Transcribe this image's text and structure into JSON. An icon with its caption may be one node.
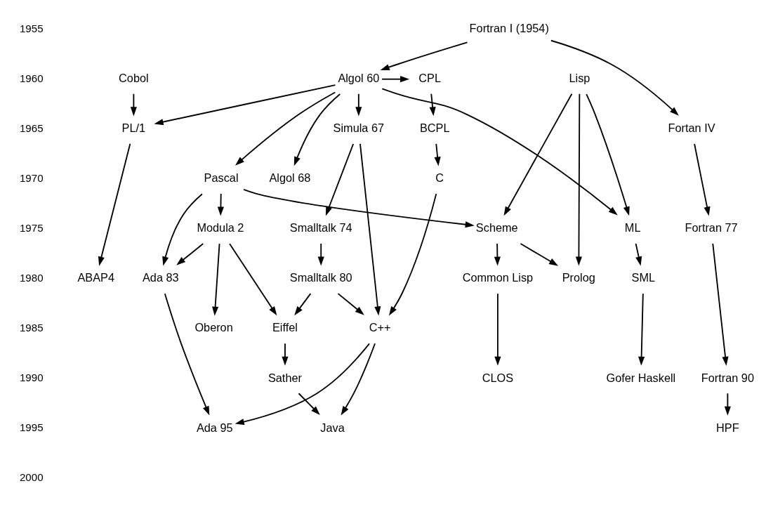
{
  "diagram": {
    "nodes": [
      {
        "text": [
          "Fortran I (1954)"
        ]
      },
      {
        "text": [
          "Lisp"
        ]
      },
      {
        "text": [
          "Algol 60"
        ]
      },
      {
        "text": [
          "Cobol"
        ]
      },
      {
        "text": [
          "CPL"
        ]
      },
      {
        "text": [
          "Fortan IV"
        ]
      },
      {
        "text": [
          "PL/1"
        ]
      },
      {
        "text": [
          "Simula 67"
        ]
      },
      {
        "text": [
          "BCPL"
        ]
      },
      {
        "text": [
          "Algol 68"
        ]
      },
      {
        "text": [
          "Pascal"
        ]
      },
      {
        "text": [
          "C"
        ]
      },
      {
        "text": [
          "Scheme"
        ]
      },
      {
        "text": [
          "ML"
        ]
      },
      {
        "text": [
          "Fortran 77"
        ]
      },
      {
        "text": [
          "Modula 2"
        ]
      },
      {
        "text": [
          "Smalltalk 74"
        ]
      },
      {
        "text": [
          "Prolog"
        ]
      },
      {
        "text": [
          "SML"
        ]
      },
      {
        "text": [
          "Common Lisp"
        ]
      },
      {
        "text": [
          "Ada 83"
        ]
      },
      {
        "text": [
          "Smalltalk 80"
        ]
      },
      {
        "text": [
          "ABAP4"
        ]
      },
      {
        "text": [
          "Oberon"
        ]
      },
      {
        "text": [
          "Eiffel"
        ]
      },
      {
        "text": [
          "C++"
        ]
      },
      {
        "text": [
          "CLOS"
        ]
      },
      {
        "text": [
          "Gofer Haskell"
        ]
      },
      {
        "text": [
          "Fortran 90"
        ]
      },
      {
        "text": [
          "Sather"
        ]
      },
      {
        "text": [
          "HPF"
        ]
      },
      {
        "text": [
          "Ada 95"
        ]
      },
      {
        "text": [
          "Java"
        ]
      }
    ],
    "edges": [
      {
        "from": 0,
        "to": 5,
        "arrow": "to"
      },
      {
        "from": 0,
        "to": 2,
        "arrow": "to"
      },
      {
        "from": 5,
        "to": 14,
        "arrow": "to"
      },
      {
        "from": 14,
        "to": 28,
        "arrow": "to"
      },
      {
        "from": 28,
        "to": 30,
        "arrow": "to"
      },
      {
        "from": 1,
        "to": 12,
        "arrow": "to"
      },
      {
        "from": 1,
        "to": 17,
        "arrow": "to"
      },
      {
        "from": 1,
        "to": 13,
        "arrow": "to"
      },
      {
        "from": 2,
        "to": 13,
        "arrow": "to"
      },
      {
        "from": 2,
        "to": 9,
        "arrow": "to"
      },
      {
        "from": 2,
        "to": 10,
        "arrow": "to"
      },
      {
        "from": 2,
        "to": 7,
        "arrow": "to"
      },
      {
        "from": 2,
        "to": 4,
        "arrow": "to"
      },
      {
        "from": 2,
        "to": 6,
        "arrow": "to"
      },
      {
        "from": 3,
        "to": 6,
        "arrow": "to"
      },
      {
        "from": 4,
        "to": 8,
        "arrow": "to"
      },
      {
        "from": 8,
        "to": 11,
        "arrow": "to"
      },
      {
        "from": 11,
        "to": 25,
        "arrow": "to"
      },
      {
        "from": 6,
        "to": 22,
        "arrow": "to"
      },
      {
        "from": 7,
        "to": 16,
        "arrow": "to"
      },
      {
        "from": 7,
        "to": 25,
        "arrow": "to"
      },
      {
        "from": 16,
        "to": 21,
        "arrow": "to"
      },
      {
        "from": 21,
        "to": 24,
        "arrow": "to"
      },
      {
        "from": 21,
        "to": 25,
        "arrow": "to"
      },
      {
        "from": 10,
        "to": 12,
        "arrow": "to"
      },
      {
        "from": 10,
        "to": 15,
        "arrow": "to"
      },
      {
        "from": 10,
        "to": 20,
        "arrow": "to"
      },
      {
        "from": 15,
        "to": 20,
        "arrow": "to"
      },
      {
        "from": 15,
        "to": 23,
        "arrow": "to"
      },
      {
        "from": 15,
        "to": 24,
        "arrow": "to"
      },
      {
        "from": 12,
        "to": 17,
        "arrow": "to"
      },
      {
        "from": 12,
        "to": 19,
        "arrow": "to"
      },
      {
        "from": 13,
        "to": 18,
        "arrow": "to"
      },
      {
        "from": 18,
        "to": 27,
        "arrow": "to"
      },
      {
        "from": 19,
        "to": 26,
        "arrow": "to"
      },
      {
        "from": 20,
        "to": 31,
        "arrow": "to"
      },
      {
        "from": 25,
        "to": 31,
        "arrow": "to"
      },
      {
        "from": 25,
        "to": 32,
        "arrow": "to"
      },
      {
        "from": 24,
        "to": 29,
        "arrow": "to"
      },
      {
        "from": 29,
        "to": 32,
        "arrow": "to"
      }
    ],
    "labels": [
      "1955",
      "1960",
      "1965",
      "1970",
      "1975",
      "1980",
      "1985",
      "1990",
      "1995",
      "2000"
    ]
  }
}
